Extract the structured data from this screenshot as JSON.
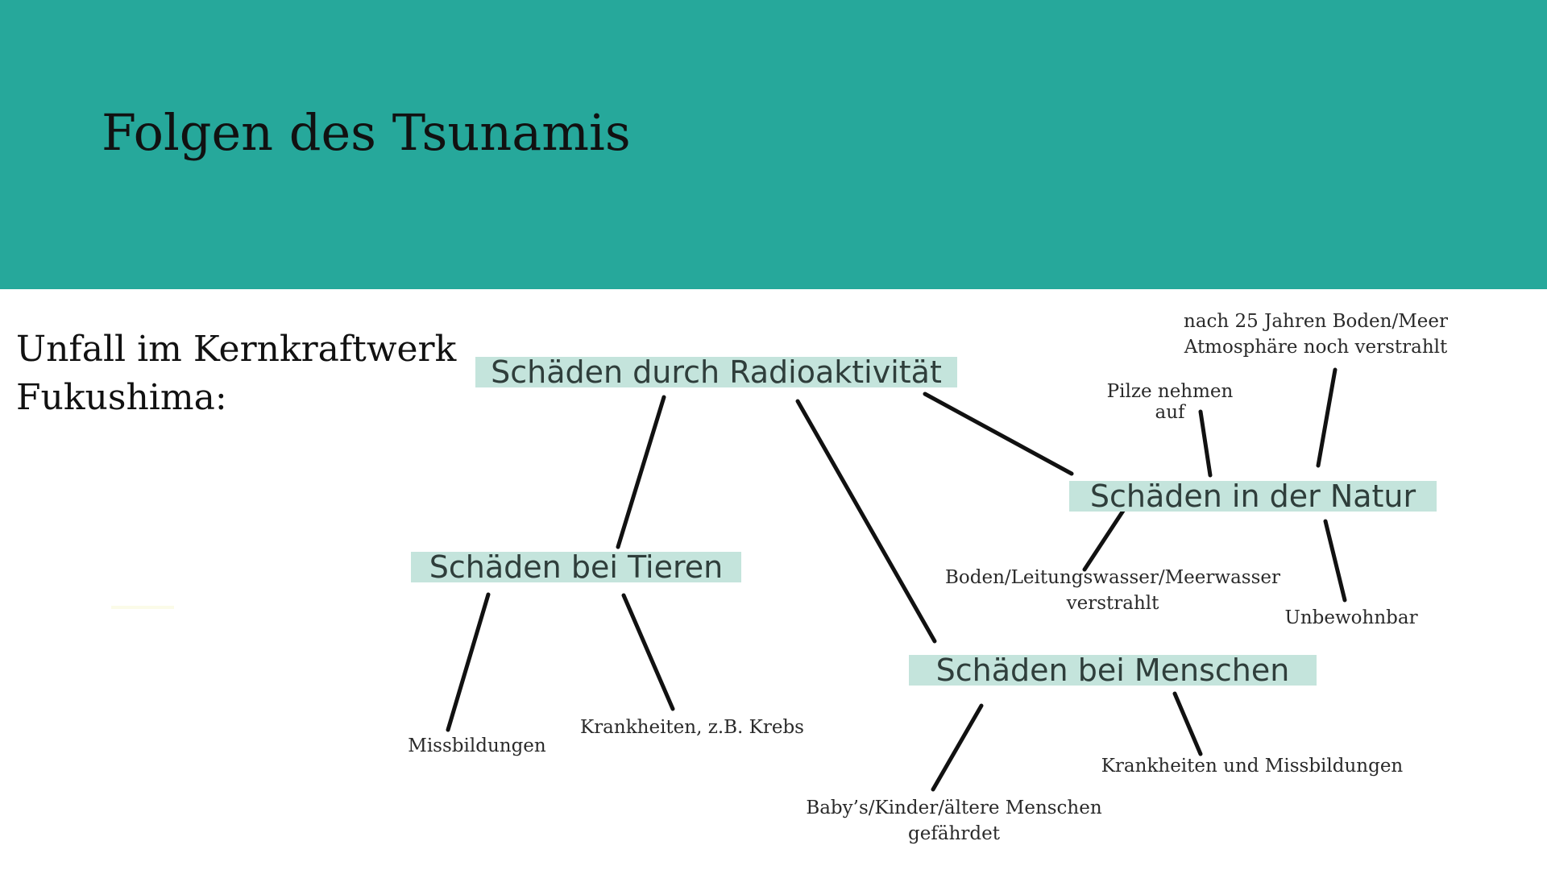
{
  "slide": {
    "title": "Folgen des Tsunamis",
    "intro_line1": "Unfall im Kernkraftwerk",
    "intro_line2": "Fukushima:"
  },
  "colors": {
    "header_bar": "#26a89b",
    "node_fill": "#c4e4dc",
    "node_text": "#2f3e3b",
    "connector": "#111111"
  },
  "diagram": {
    "root": "Schäden durch Radioaktivität",
    "branches": {
      "tiere": {
        "label": "Schäden bei Tieren",
        "leaves": [
          "Missbildungen",
          "Krankheiten, z.B. Krebs"
        ]
      },
      "menschen": {
        "label": "Schäden bei Menschen",
        "leaf_a_line1": "Baby’s/Kinder/ältere Menschen",
        "leaf_a_line2": "gefährdet",
        "leaf_b": "Krankheiten und Missbildungen"
      },
      "natur": {
        "label": "Schäden in der Natur",
        "leaf_pilze_line1": "Pilze nehmen",
        "leaf_pilze_line2": "auf",
        "leaf_25_line1": "nach 25 Jahren Boden/Meer",
        "leaf_25_line2": "Atmosphäre noch verstrahlt",
        "leaf_wasser_line1": "Boden/Leitungswasser/Meerwasser",
        "leaf_wasser_line2": "verstrahlt",
        "leaf_unbewohnbar": "Unbewohnbar"
      }
    }
  }
}
